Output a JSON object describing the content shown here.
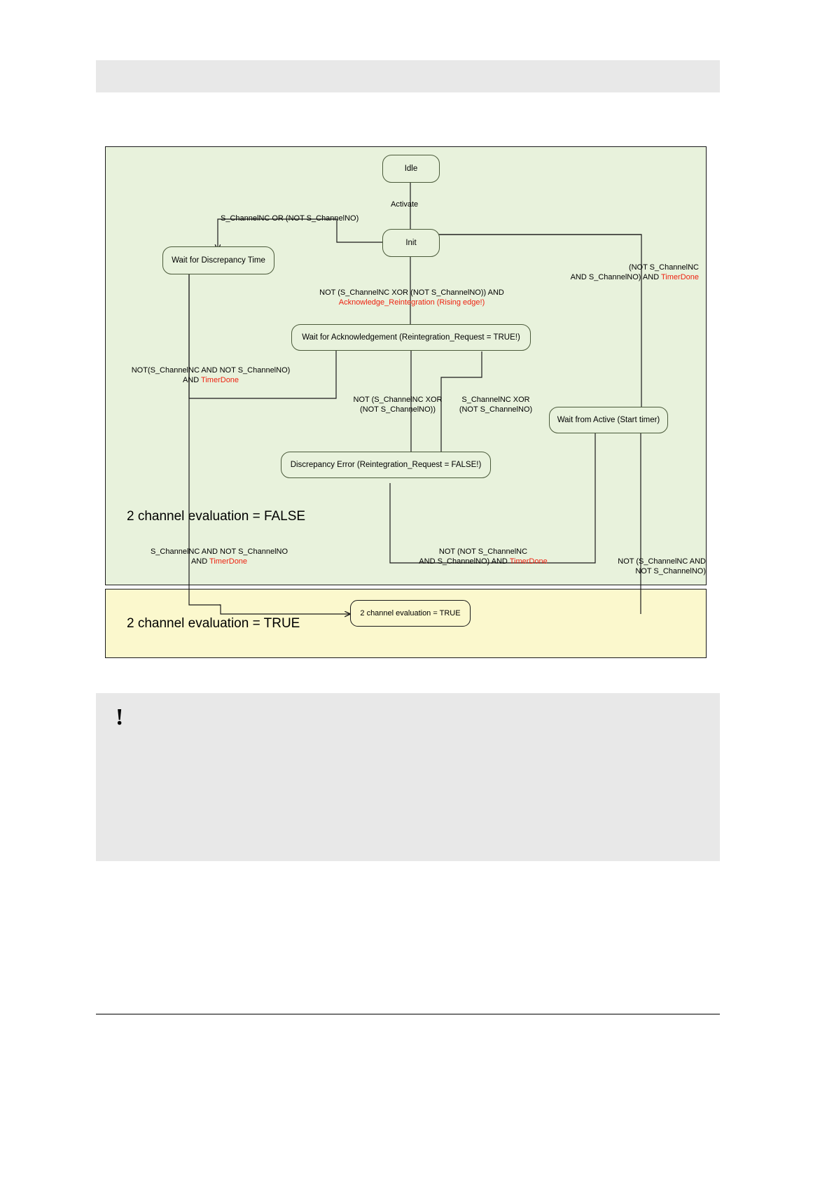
{
  "page": {
    "header_bar": "",
    "note_icon": "!"
  },
  "diagram": {
    "regions": {
      "false_region_title": "2 channel evaluation = FALSE",
      "true_region_title": "2 channel evaluation = TRUE",
      "false_region_color": "#e8f2dc",
      "true_region_color": "#fbf8cd"
    },
    "states": {
      "idle": "Idle",
      "init": "Init",
      "wait_discrepancy": "Wait for Discrepancy Time",
      "wait_ack": "Wait for Acknowledgement (Reintegration_Request = TRUE!)",
      "discrepancy_error": "Discrepancy Error (Reintegration_Request = FALSE!)",
      "wait_from_active": "Wait from Active (Start timer)",
      "two_channel_true": "2 channel evaluation = TRUE"
    },
    "transitions": {
      "activate": "Activate",
      "idle_to_init": "Activate",
      "init_to_waitdisc": "S_ChannelNC OR (NOT S_ChannelNO)",
      "waitack_to_init_l1": "NOT (S_ChannelNC XOR (NOT S_ChannelNO)) AND",
      "waitack_to_init_l2": "Acknowledge_Reintegration (Rising edge!)",
      "right_to_init_l1": "(NOT S_ChannelNC",
      "right_to_init_l2a": "AND S_ChannelNO) AND ",
      "right_to_init_l2b": "TimerDone",
      "waitdisc_to_waitack_l1": "NOT(S_ChannelNC AND NOT S_ChannelNO)",
      "waitdisc_to_waitack_l2a": "AND ",
      "waitdisc_to_waitack_l2b": "TimerDone",
      "err_to_waitack_l1": "NOT (S_ChannelNC XOR",
      "err_to_waitack_l2": "(NOT S_ChannelNO))",
      "waitack_to_err_l1": "S_ChannelNC XOR",
      "waitack_to_err_l2": "(NOT S_ChannelNO)",
      "waitdisc_to_true_l1": "S_ChannelNC AND NOT S_ChannelNO",
      "waitdisc_to_true_l2a": "AND ",
      "waitdisc_to_true_l2b": "TimerDone",
      "err_to_waitactive_l1": "NOT (NOT S_ChannelNC",
      "err_to_waitactive_l2a": "AND S_ChannelNO) AND ",
      "err_to_waitactive_l2b": "TimerDone",
      "true_to_waitactive_l1": "NOT (S_ChannelNC AND",
      "true_to_waitactive_l2": "NOT S_ChannelNO)"
    },
    "colors": {
      "signal_red": "#ee2211",
      "state_border": "#4a5a3a",
      "wire": "#1a1a1a"
    }
  }
}
